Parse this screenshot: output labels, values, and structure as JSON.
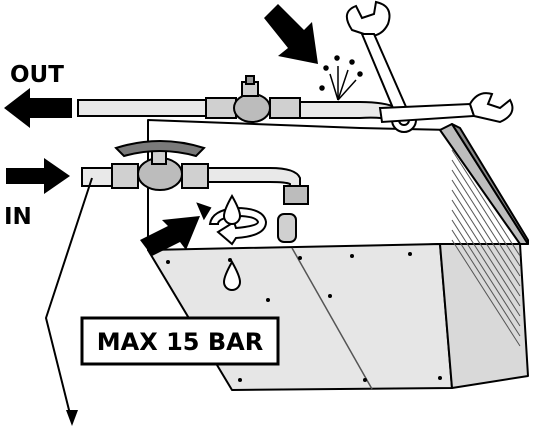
{
  "labels": {
    "out": "OUT",
    "in": "IN",
    "max_pressure": "MAX 15 BAR"
  },
  "icons": [
    "arrow-out",
    "arrow-in",
    "arrow-pointer-top",
    "arrow-pointer-bottom",
    "wrench-icon",
    "water-drop-icon",
    "rotate-arrow-icon",
    "leak-spray-icon"
  ],
  "colors": {
    "ink": "#000000",
    "metal_light": "#f2f2f2",
    "metal_mid": "#cfcfcf",
    "metal_dark": "#9a9a9a",
    "paper": "#ffffff"
  }
}
